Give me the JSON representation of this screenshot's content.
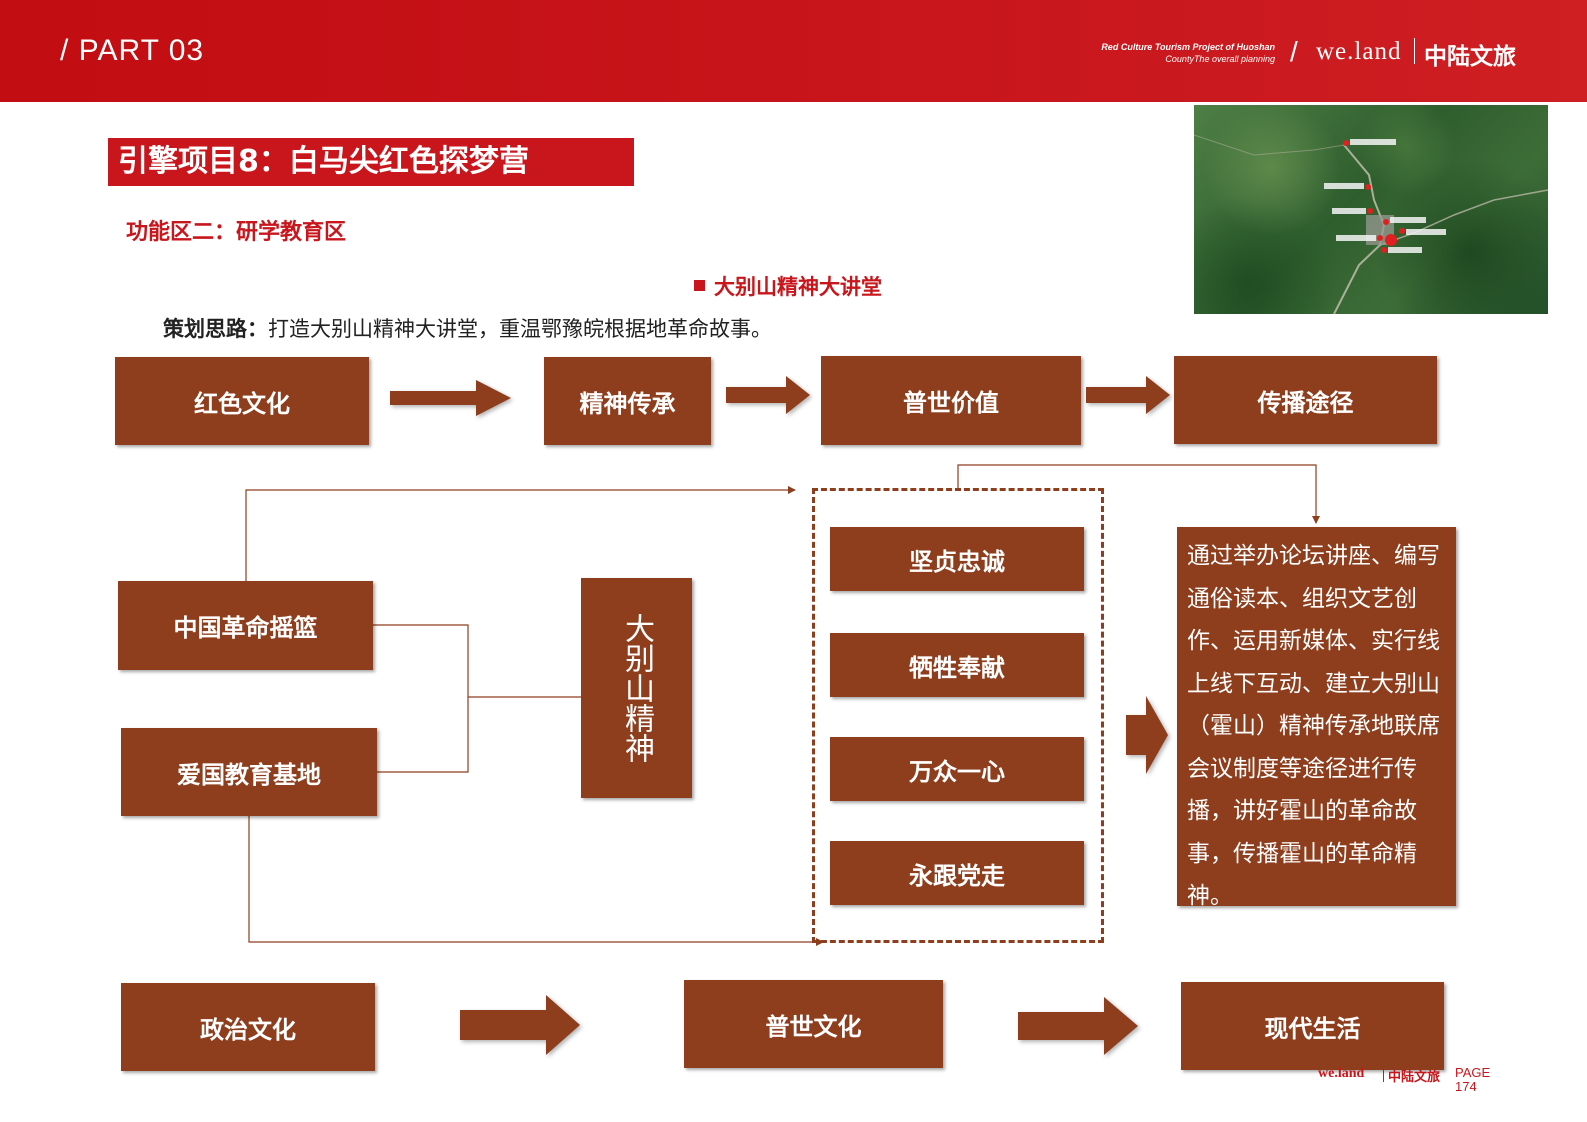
{
  "header": {
    "part": "/ PART 03",
    "tagline_line1": "Red Culture Tourism Project of Huoshan",
    "tagline_line2": "CountyThe overall planning",
    "separator": "/",
    "brand": "we.land",
    "brand_cn": "中陆文旅"
  },
  "title": "引擎项目8：白马尖红色探梦营",
  "subtitle": "功能区二：研学教育区",
  "section_heading": "大别山精神大讲堂",
  "plan": {
    "label": "策划思路：",
    "text": "打造大别山精神大讲堂，重温鄂豫皖根据地革命故事。"
  },
  "top_flow": [
    "红色文化",
    "精神传承",
    "普世价值",
    "传播途径"
  ],
  "sources": [
    "中国革命摇篮",
    "爱国教育基地"
  ],
  "core": "大别山精神",
  "values": [
    "坚贞忠诚",
    "牺牲奉献",
    "万众一心",
    "永跟党走"
  ],
  "description": "通过举办论坛讲座、编写通俗读本、组织文艺创作、运用新媒体、实行线上线下互动、建立大别山（霍山）精神传承地联席会议制度等途径进行传播，讲好霍山的革命故事，传播霍山的革命精神。",
  "bottom_flow": [
    "政治文化",
    "普世文化",
    "现代生活"
  ],
  "footer": {
    "brand": "we.land",
    "brand_cn": "中陆文旅",
    "page_label": "PAGE",
    "page_number": "174"
  },
  "colors": {
    "brand_red": "#c8161c",
    "box_brown": "#8e3e1d"
  }
}
